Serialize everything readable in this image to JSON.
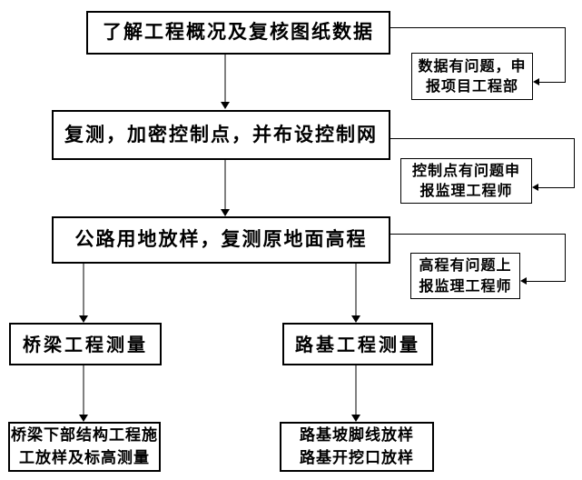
{
  "flowchart": {
    "nodes": {
      "step1": "了解工程概况及复核图纸数据",
      "step2": "复测，加密控制点，并布设控制网",
      "step3": "公路用地放样，复测原地面高程",
      "bridge_survey": "桥梁工程测量",
      "subgrade_survey": "路基工程测量",
      "bridge_detail": [
        "桥梁下部结构工程施",
        "工放样及标高测量"
      ],
      "subgrade_detail": [
        "路基坡脚线放样",
        "路基开挖口放样"
      ],
      "note_data": [
        "数据有问题，申",
        "报项目工程部"
      ],
      "note_control": [
        "控制点有问题申",
        "报监理工程师"
      ],
      "note_elevation": [
        "高程有问题上",
        "报监理工程师"
      ]
    },
    "colors": {
      "background": "#ffffff",
      "box_border": "#000000",
      "text": "#000000",
      "connector_line": "#000000",
      "arrow_shaft": "#808080",
      "arrowhead": "#000000"
    }
  }
}
